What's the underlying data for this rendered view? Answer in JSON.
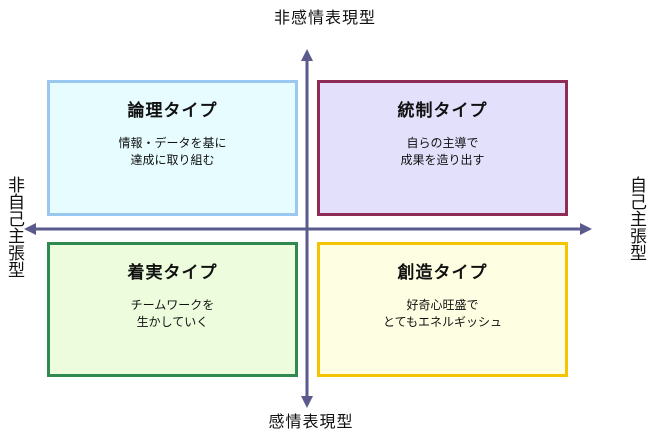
{
  "axes": {
    "top": "非感情表現型",
    "bottom": "感情表現型",
    "left": "非自己主張型",
    "right": "自己主張型"
  },
  "quadrants": {
    "logic": {
      "title": "論理タイプ",
      "line1": "情報・データを基に",
      "line2": "達成に取り組む"
    },
    "control": {
      "title": "統制タイプ",
      "line1": "自らの主導で",
      "line2": "成果を造り出す"
    },
    "steady": {
      "title": "着実タイプ",
      "line1": "チームワークを",
      "line2": "生かしていく"
    },
    "create": {
      "title": "創造タイプ",
      "line1": "好奇心旺盛で",
      "line2": "とてもエネルギッシュ"
    }
  },
  "colors": {
    "axis": "#5a5a8c",
    "logic_border": "#9ac7f0",
    "control_border": "#8e2c55",
    "steady_border": "#2e8a4e",
    "create_border": "#f5c400"
  }
}
